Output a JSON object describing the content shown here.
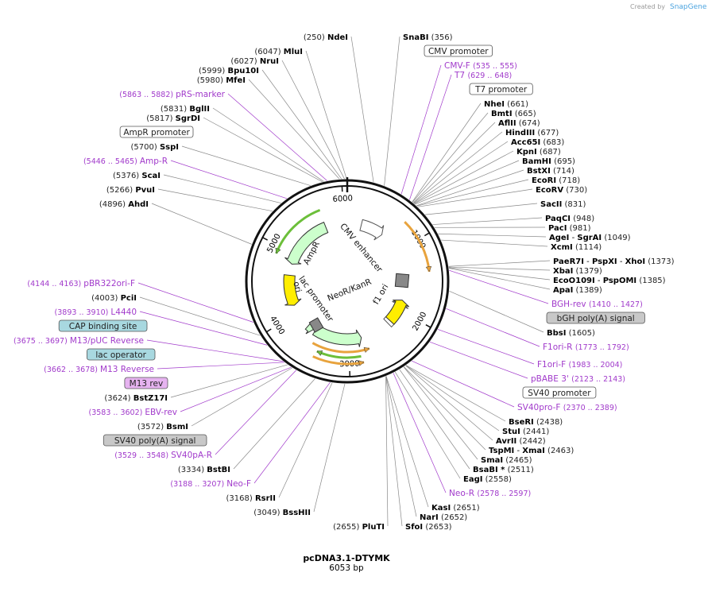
{
  "header": {
    "created_by": "Created by",
    "brand": "SnapGene"
  },
  "plasmid": {
    "name": "pcDNA3.1-DTYMK",
    "size_label": "6053 bp",
    "length": 6053
  },
  "ticks": [
    "1000",
    "2000",
    "3000",
    "4000",
    "5000",
    "6000"
  ],
  "colors": {
    "primer": "#a13acb",
    "orf_orange": "#e8a33d",
    "orf_green": "#6cbf3a",
    "marker_fill": "#ccffcc",
    "ori_yellow": "#ffee00",
    "grey_box": "#c8c8c8",
    "blue_box": "#a8d8e0",
    "purple_box": "#e6b3f0"
  },
  "features_inner": [
    {
      "name": "CMV enhancer"
    },
    {
      "name": "f1 ori"
    },
    {
      "name": "NeoR/KanR"
    },
    {
      "name": "lac promoter"
    },
    {
      "name": "ori"
    },
    {
      "name": "AmpR"
    }
  ],
  "labels": [
    {
      "type": "site",
      "name": "NdeI",
      "pos": "(250)",
      "side": "left"
    },
    {
      "type": "site",
      "name": "SnaBI",
      "pos": "(356)",
      "side": "right"
    },
    {
      "type": "box",
      "name": "CMV promoter",
      "style": "white"
    },
    {
      "type": "primer",
      "name": "CMV-F",
      "pos": "(535 .. 555)",
      "side": "right"
    },
    {
      "type": "primer",
      "name": "T7",
      "pos": "(629 .. 648)",
      "side": "right"
    },
    {
      "type": "box",
      "name": "T7 promoter",
      "style": "white"
    },
    {
      "type": "site",
      "name": "NheI",
      "pos": "(661)",
      "side": "right"
    },
    {
      "type": "site",
      "name": "BmtI",
      "pos": "(665)",
      "side": "right"
    },
    {
      "type": "site",
      "name": "AflII",
      "pos": "(674)",
      "side": "right"
    },
    {
      "type": "site",
      "name": "HindIII",
      "pos": "(677)",
      "side": "right"
    },
    {
      "type": "site",
      "name": "Acc65I",
      "pos": "(683)",
      "side": "right"
    },
    {
      "type": "site",
      "name": "KpnI",
      "pos": "(687)",
      "side": "right"
    },
    {
      "type": "site",
      "name": "BamHI",
      "pos": "(695)",
      "side": "right"
    },
    {
      "type": "site",
      "name": "BstXI",
      "pos": "(714)",
      "side": "right"
    },
    {
      "type": "site",
      "name": "EcoRI",
      "pos": "(718)",
      "side": "right"
    },
    {
      "type": "site",
      "name": "EcoRV",
      "pos": "(730)",
      "side": "right"
    },
    {
      "type": "site",
      "name": "SacII",
      "pos": "(831)",
      "side": "right"
    },
    {
      "type": "site",
      "name": "PaqCI",
      "pos": "(948)",
      "side": "right"
    },
    {
      "type": "site",
      "name": "PacI",
      "pos": "(981)",
      "side": "right"
    },
    {
      "type": "site",
      "name": "AgeI",
      "name2": "SgrAI",
      "pos": "(1049)",
      "side": "right"
    },
    {
      "type": "site",
      "name": "XcmI",
      "pos": "(1114)",
      "side": "right"
    },
    {
      "type": "site",
      "name": "PaeR7I",
      "name2": "PspXI",
      "name3": "XhoI",
      "pos": "(1373)",
      "side": "right"
    },
    {
      "type": "site",
      "name": "XbaI",
      "pos": "(1379)",
      "side": "right"
    },
    {
      "type": "site",
      "name": "EcoO109I",
      "name2": "PspOMI",
      "pos": "(1385)",
      "side": "right"
    },
    {
      "type": "site",
      "name": "ApaI",
      "pos": "(1389)",
      "side": "right"
    },
    {
      "type": "primer",
      "name": "BGH-rev",
      "pos": "(1410 .. 1427)",
      "side": "right"
    },
    {
      "type": "box",
      "name": "bGH poly(A) signal",
      "style": "grey"
    },
    {
      "type": "site",
      "name": "BbsI",
      "pos": "(1605)",
      "side": "right"
    },
    {
      "type": "primer",
      "name": "F1ori-R",
      "pos": "(1773 .. 1792)",
      "side": "right"
    },
    {
      "type": "primer",
      "name": "F1ori-F",
      "pos": "(1983 .. 2004)",
      "side": "right"
    },
    {
      "type": "primer",
      "name": "pBABE 3'",
      "pos": "(2123 .. 2143)",
      "side": "right"
    },
    {
      "type": "box",
      "name": "SV40 promoter",
      "style": "white"
    },
    {
      "type": "primer",
      "name": "SV40pro-F",
      "pos": "(2370 .. 2389)",
      "side": "right"
    },
    {
      "type": "site",
      "name": "BseRI",
      "pos": "(2438)",
      "side": "right"
    },
    {
      "type": "site",
      "name": "StuI",
      "pos": "(2441)",
      "side": "right"
    },
    {
      "type": "site",
      "name": "AvrII",
      "pos": "(2442)",
      "side": "right"
    },
    {
      "type": "site",
      "name": "TspMI",
      "name2": "XmaI",
      "pos": "(2463)",
      "side": "right"
    },
    {
      "type": "site",
      "name": "SmaI",
      "pos": "(2465)",
      "side": "right"
    },
    {
      "type": "site",
      "name": "BsaBI *",
      "pos": "(2511)",
      "side": "right"
    },
    {
      "type": "site",
      "name": "EagI",
      "pos": "(2558)",
      "side": "right"
    },
    {
      "type": "primer",
      "name": "Neo-R",
      "pos": "(2578 .. 2597)",
      "side": "right"
    },
    {
      "type": "site",
      "name": "KasI",
      "pos": "(2651)",
      "side": "right"
    },
    {
      "type": "site",
      "name": "NarI",
      "pos": "(2652)",
      "side": "right"
    },
    {
      "type": "site",
      "name": "SfoI",
      "pos": "(2653)",
      "side": "right"
    },
    {
      "type": "site",
      "name": "PluTI",
      "pos": "(2655)",
      "side": "left"
    },
    {
      "type": "site",
      "name": "BssHII",
      "pos": "(3049)",
      "side": "left"
    },
    {
      "type": "site",
      "name": "RsrII",
      "pos": "(3168)",
      "side": "left"
    },
    {
      "type": "primer",
      "name": "Neo-F",
      "pos": "(3188 .. 3207)",
      "side": "left"
    },
    {
      "type": "site",
      "name": "BstBI",
      "pos": "(3334)",
      "side": "left"
    },
    {
      "type": "primer",
      "name": "SV40pA-R",
      "pos": "(3529 .. 3548)",
      "side": "left"
    },
    {
      "type": "box",
      "name": "SV40 poly(A) signal",
      "style": "grey"
    },
    {
      "type": "site",
      "name": "BsmI",
      "pos": "(3572)",
      "side": "left"
    },
    {
      "type": "primer",
      "name": "EBV-rev",
      "pos": "(3583 .. 3602)",
      "side": "left"
    },
    {
      "type": "site",
      "name": "BstZ17I",
      "pos": "(3624)",
      "side": "left"
    },
    {
      "type": "box",
      "name": "M13 rev",
      "style": "purple"
    },
    {
      "type": "primer",
      "name": "M13 Reverse",
      "pos": "(3662 .. 3678)",
      "side": "left"
    },
    {
      "type": "box",
      "name": "lac operator",
      "style": "blue"
    },
    {
      "type": "primer",
      "name": "M13/pUC Reverse",
      "pos": "(3675 .. 3697)",
      "side": "left"
    },
    {
      "type": "box",
      "name": "CAP binding site",
      "style": "blue"
    },
    {
      "type": "primer",
      "name": "L4440",
      "pos": "(3893 .. 3910)",
      "side": "left"
    },
    {
      "type": "site",
      "name": "PciI",
      "pos": "(4003)",
      "side": "left"
    },
    {
      "type": "primer",
      "name": "pBR322ori-F",
      "pos": "(4144 .. 4163)",
      "side": "left"
    },
    {
      "type": "site",
      "name": "AhdI",
      "pos": "(4896)",
      "side": "left"
    },
    {
      "type": "site",
      "name": "PvuI",
      "pos": "(5266)",
      "side": "left"
    },
    {
      "type": "site",
      "name": "ScaI",
      "pos": "(5376)",
      "side": "left"
    },
    {
      "type": "primer",
      "name": "Amp-R",
      "pos": "(5446 .. 5465)",
      "side": "left"
    },
    {
      "type": "site",
      "name": "SspI",
      "pos": "(5700)",
      "side": "left"
    },
    {
      "type": "box",
      "name": "AmpR promoter",
      "style": "white"
    },
    {
      "type": "site",
      "name": "SgrDI",
      "pos": "(5817)",
      "side": "left"
    },
    {
      "type": "site",
      "name": "BglII",
      "pos": "(5831)",
      "side": "left"
    },
    {
      "type": "primer",
      "name": "pRS-marker",
      "pos": "(5863 .. 5882)",
      "side": "left"
    },
    {
      "type": "site",
      "name": "MfeI",
      "pos": "(5980)",
      "side": "left"
    },
    {
      "type": "site",
      "name": "Bpu10I",
      "pos": "(5999)",
      "side": "left"
    },
    {
      "type": "site",
      "name": "NruI",
      "pos": "(6027)",
      "side": "left"
    },
    {
      "type": "site",
      "name": "MluI",
      "pos": "(6047)",
      "side": "left"
    }
  ]
}
